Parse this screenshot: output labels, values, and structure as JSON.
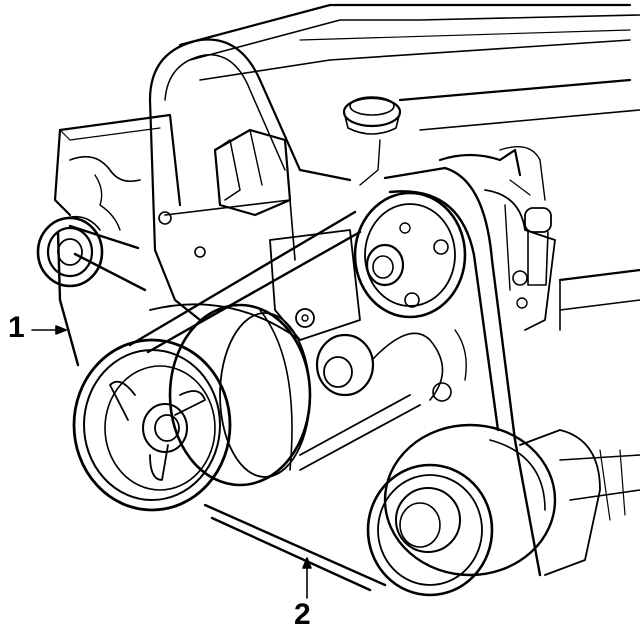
{
  "callouts": [
    {
      "id": "1",
      "text": "1"
    },
    {
      "id": "2",
      "text": "2"
    }
  ],
  "colors": {
    "ink": "#000000",
    "paper": "#ffffff"
  }
}
